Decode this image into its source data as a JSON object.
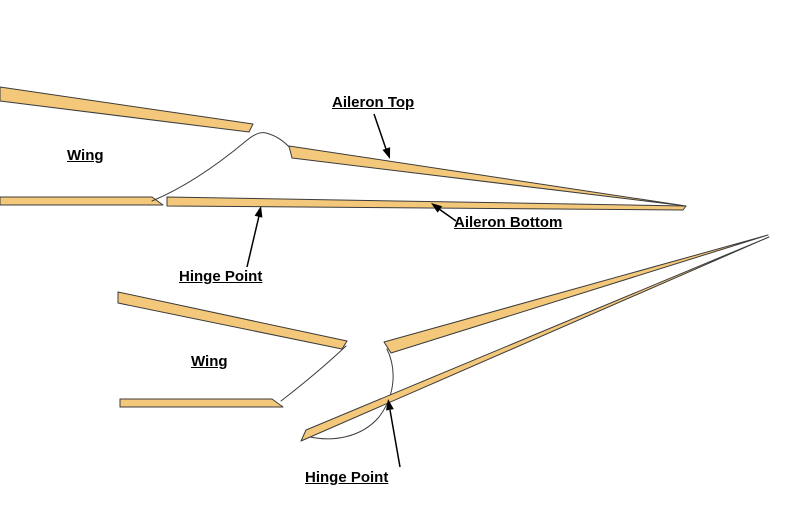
{
  "colors": {
    "sheet": "#F4C87A",
    "outline": "#3C3C3C",
    "text": "#000000",
    "background": "#FFFFFF"
  },
  "labels": {
    "top_diagram": {
      "aileron_top": "Aileron Top",
      "wing": "Wing",
      "aileron_bottom": "Aileron Bottom",
      "hinge_point": "Hinge Point"
    },
    "bottom_diagram": {
      "wing": "Wing",
      "hinge_point": "Hinge Point"
    }
  }
}
